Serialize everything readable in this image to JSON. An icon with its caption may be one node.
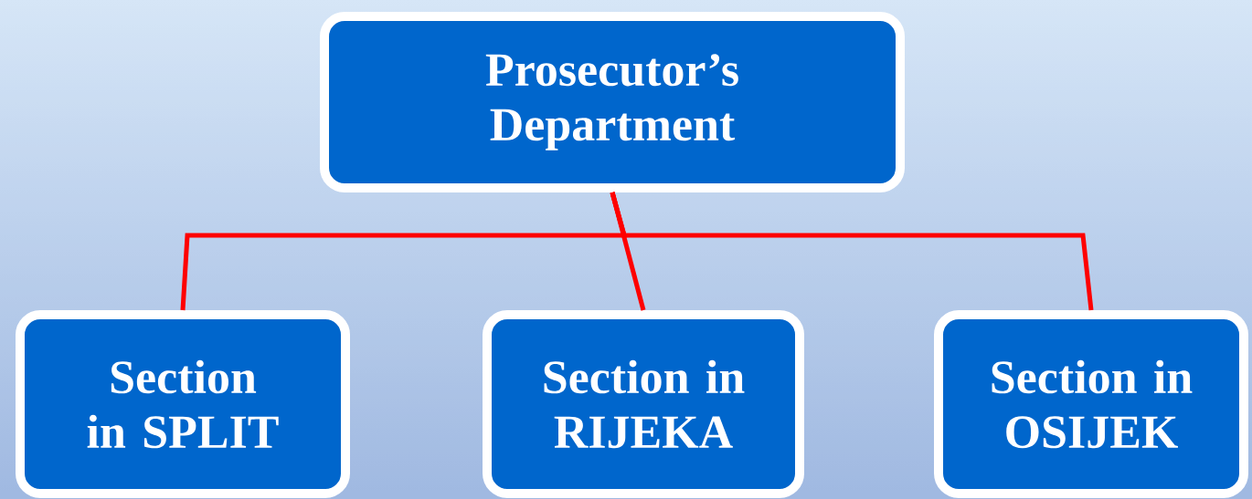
{
  "diagram": {
    "nodes": [
      {
        "text": [
          "Prosecutor’s Department"
        ]
      },
      {
        "text": [
          "Section in SPLIT"
        ]
      },
      {
        "text": [
          "Section in RIJEKA"
        ]
      },
      {
        "text": [
          "Section in OSIJEK"
        ]
      }
    ],
    "edges": [
      {
        "from": 0,
        "to": 1,
        "arrow": "none"
      },
      {
        "from": 0,
        "to": 2,
        "arrow": "none"
      },
      {
        "from": 0,
        "to": 3,
        "arrow": "none"
      }
    ]
  }
}
